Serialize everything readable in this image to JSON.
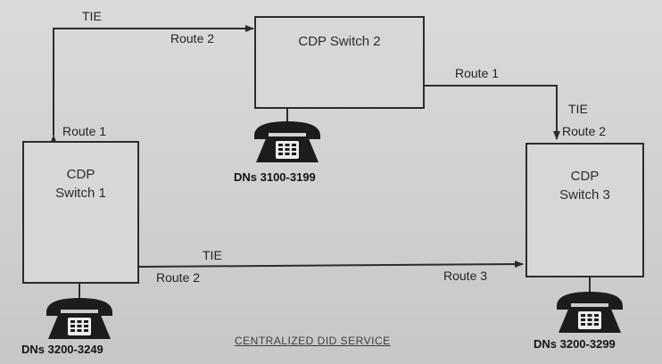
{
  "diagram": {
    "caption": "CENTRALIZED DID SERVICE",
    "nodes": {
      "switch1": {
        "line1": "CDP",
        "line2": "Switch 1",
        "dns": "DNs 3200-3249"
      },
      "switch2": {
        "line1": "CDP Switch 2",
        "dns": "DNs 3100-3199"
      },
      "switch3": {
        "line1": "CDP",
        "line2": "Switch 3",
        "dns": "DNs 3200-3299"
      }
    },
    "links": {
      "s1_s2": {
        "trunk": "TIE",
        "route_at_s1": "Route 1",
        "route_at_s2": "Route 2"
      },
      "s2_s3": {
        "trunk": "TIE",
        "route_at_s2": "Route 1",
        "route_at_s3": "Route 2"
      },
      "s1_s3": {
        "trunk": "TIE",
        "route_at_s1": "Route 2",
        "route_at_s3": "Route 3"
      }
    },
    "colors": {
      "line": "#2a2c2e",
      "box_fill": "#d6d8d8",
      "phone": "#1a1c1e"
    },
    "icons": [
      "telephone-icon"
    ]
  }
}
